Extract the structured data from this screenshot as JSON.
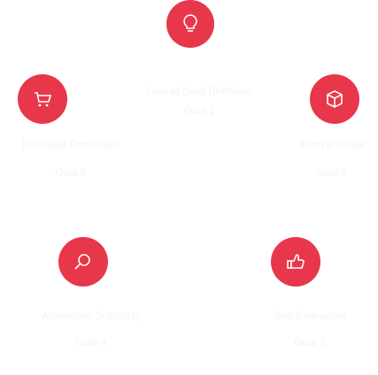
{
  "diagram": {
    "accent_color": "#e8364b",
    "nodes": [
      {
        "icon": "lightbulb-icon",
        "title": "Overall Goal Definition",
        "subtitle": "Goal 1"
      },
      {
        "icon": "box-icon",
        "title": "Interval Goals",
        "subtitle": "Goal 2"
      },
      {
        "icon": "thumbs-up-icon",
        "title": "Self-Evaluation",
        "subtitle": "Goal 3"
      },
      {
        "icon": "search-icon",
        "title": "Alternative Suitability",
        "subtitle": "Goal 4"
      },
      {
        "icon": "cart-icon",
        "title": "Purchase Processes",
        "subtitle": "Goal 5"
      }
    ]
  }
}
